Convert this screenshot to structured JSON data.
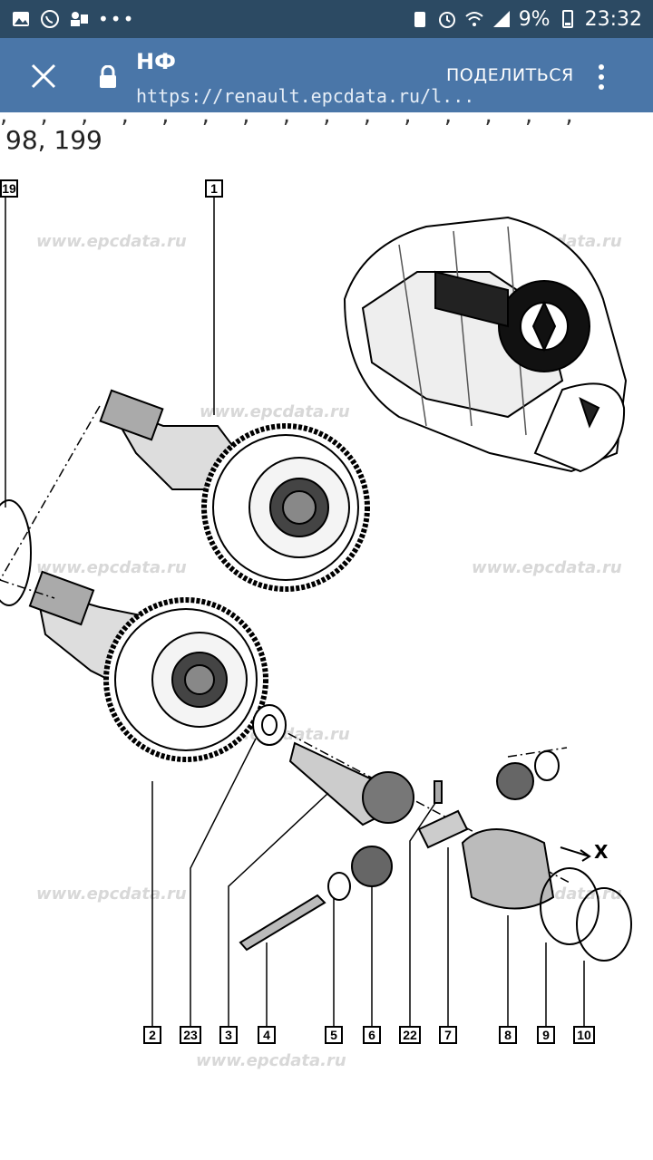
{
  "status_bar": {
    "battery": "9%",
    "time": "23:32"
  },
  "toolbar": {
    "title": "НФ",
    "url": "https://renault.epcdata.ru/l...",
    "share_label": "ПОДЕЛИТЬСЯ"
  },
  "page": {
    "partial_line": ", , , , , , , , , , , , , , ,",
    "page_range": "98, 199",
    "watermark": "www.epcdata.ru"
  },
  "diagram": {
    "direction_label": "X",
    "callouts": [
      "19",
      "1",
      "2",
      "23",
      "3",
      "4",
      "5",
      "6",
      "22",
      "7",
      "8",
      "9",
      "10"
    ]
  }
}
